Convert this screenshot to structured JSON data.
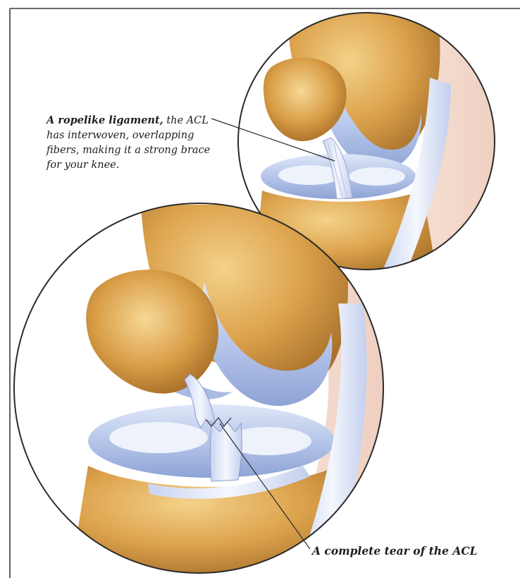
{
  "callouts": {
    "intact": {
      "lead": "A ropelike ligament,",
      "line1_rest": " the ACL",
      "line2": "has interwoven, overlapping",
      "line3": "fibers, making it a strong brace",
      "line4": "for your knee."
    },
    "torn": {
      "text": "A complete tear of the ACL"
    }
  },
  "colors": {
    "bone": "#d9a24a",
    "bone_dark": "#a8732c",
    "cartilage": "#b7c6e8",
    "ligament": "#eaf0fb",
    "outline": "#2a2a2a",
    "background": "#ffffff"
  }
}
